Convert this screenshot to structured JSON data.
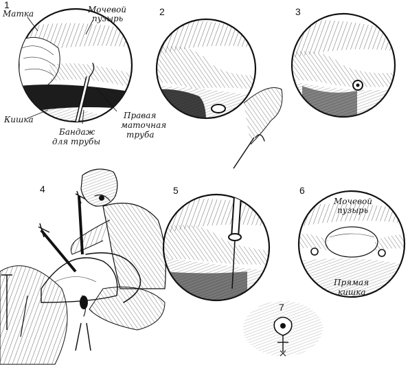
{
  "panels": [
    {
      "id": "1",
      "number": "1"
    },
    {
      "id": "2",
      "number": "2"
    },
    {
      "id": "3",
      "number": "3"
    },
    {
      "id": "4",
      "number": "4"
    },
    {
      "id": "5",
      "number": "5"
    },
    {
      "id": "6",
      "number": "6"
    },
    {
      "id": "7",
      "number": "7"
    }
  ],
  "labels": {
    "uterus": "Матка",
    "bladder_p1_l1": "Мочевой",
    "bladder_p1_l2": "пузырь",
    "intestine": "Кишка",
    "right_tube_l1": "Правая",
    "right_tube_l2": "маточная",
    "right_tube_l3": "труба",
    "tube_band_l1": "Бандаж",
    "tube_band_l2": "для трубы",
    "bladder_p6_l1": "Мочевой",
    "bladder_p6_l2": "пузырь",
    "rectum_l1": "Прямая",
    "rectum_l2": "кишка"
  }
}
